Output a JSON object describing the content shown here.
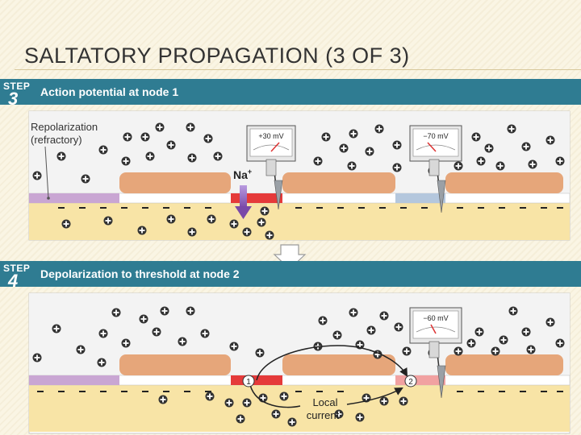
{
  "slide": {
    "title": "SALTATORY PROPAGATION (3 OF 3)"
  },
  "step3": {
    "step_label": "STEP",
    "step_number": "3",
    "heading": "Action potential at node 1",
    "annotation_line1": "Repolarization",
    "annotation_line2": "(refractory)",
    "ion_label": "Na",
    "ion_charge": "+",
    "meter1_reading": "+30 mV",
    "meter2_reading": "−70 mV"
  },
  "step4": {
    "step_label": "STEP",
    "step_number": "4",
    "heading": "Depolarization to threshold at node 2",
    "meter_reading": "−60 mV",
    "node1_marker": "1",
    "node2_marker": "2",
    "current_line1": "Local",
    "current_line2": "current"
  },
  "colors": {
    "step_bar": "#2f7c92",
    "extracellular": "#f2f2f2",
    "axoplasm": "#f8e4a6",
    "myelin": "#e6a67a",
    "refractory_node": "#c9a6d3",
    "active_node": "#e53a3a",
    "resting_node": "#b4c7dd",
    "threshold_node": "#f1a1a1",
    "sodium_arrow": "#8e62b8"
  }
}
